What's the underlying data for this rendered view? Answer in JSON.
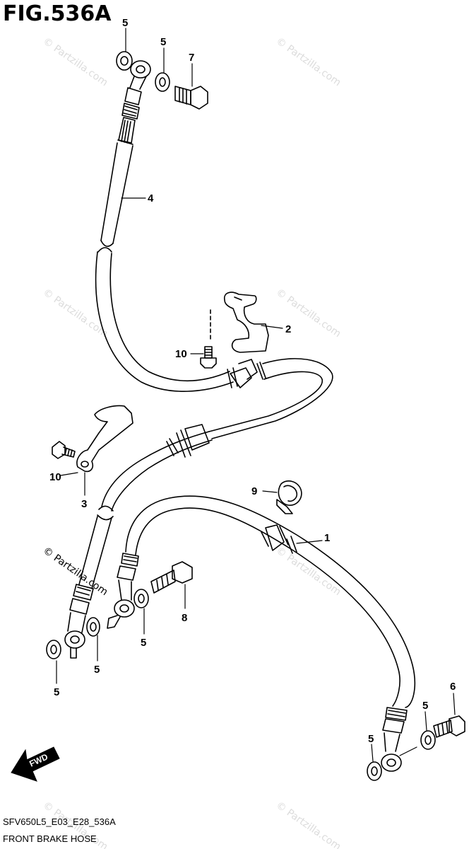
{
  "figure": {
    "title": "FIG.536A",
    "code": "SFV650L5_E03_E28_536A",
    "caption": "FRONT BRAKE HOSE"
  },
  "direction_label": "FWD",
  "watermark": "© Partzilla.com",
  "callouts": {
    "c5a": "5",
    "c5b": "5",
    "c7": "7",
    "c4": "4",
    "c2": "2",
    "c10a": "10",
    "c10b": "10",
    "c3": "3",
    "c9": "9",
    "c1": "1",
    "c8": "8",
    "c5c": "5",
    "c5d": "5",
    "c5e": "5",
    "c6": "6",
    "c5f": "5",
    "c5g": "5"
  }
}
